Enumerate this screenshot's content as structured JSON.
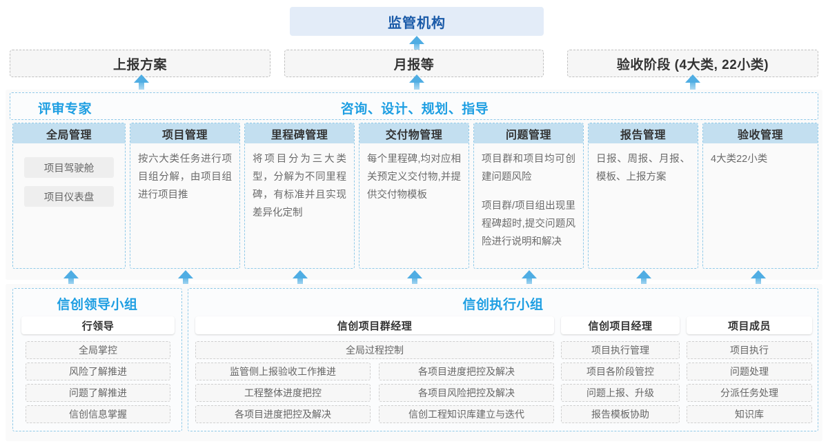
{
  "top": {
    "regulator": "监管机构",
    "report_boxes": [
      "上报方案",
      "月报等",
      "验收阶段 (4大类, 22小类)"
    ]
  },
  "advisor_band": {
    "left_label": "评审专家",
    "right_label": "咨询、设计、规划、指导"
  },
  "management_columns": [
    {
      "title": "全局管理",
      "paragraph": "",
      "chips": [
        "项目驾驶舱",
        "项目仪表盘"
      ]
    },
    {
      "title": "项目管理",
      "paragraph": "按六大类任务进行项目组分解，由项目组进行项目推",
      "chips": []
    },
    {
      "title": "里程碑管理",
      "paragraph": "将项目分为三大类型，分解为不同里程碑，有标准并且实现差异化定制",
      "chips": []
    },
    {
      "title": "交付物管理",
      "paragraph": "每个里程碑,均对应相关预定义交付物,并提供交付物模板",
      "chips": []
    },
    {
      "title": "问题管理",
      "paragraph": "项目群和项目均可创建问题风险",
      "paragraph2": "项目群/项目组出现里程碑超时,提交问题风险进行说明和解决",
      "chips": []
    },
    {
      "title": "报告管理",
      "paragraph": "日报、周报、月报、模板、上报方案",
      "chips": []
    },
    {
      "title": "验收管理",
      "paragraph": "4大类22小类",
      "chips": []
    }
  ],
  "bottom": {
    "leadership_group": {
      "title": "信创领导小组",
      "role": "行领导",
      "tasks": [
        "全局掌控",
        "风险了解推进",
        "问题了解推进",
        "信创信息掌握"
      ]
    },
    "execution_group": {
      "title": "信创执行小组",
      "program_manager": {
        "role": "信创项目群经理",
        "full_width_task": "全局过程控制",
        "left_tasks": [
          "监管侧上报验收工作推进",
          "工程整体进度把控",
          "各项目进度把控及解决"
        ],
        "right_tasks": [
          "各项目进度把控及解决",
          "各项目风险把控及解决",
          "信创工程知识库建立与迭代"
        ]
      },
      "project_manager": {
        "role": "信创项目经理",
        "tasks": [
          "项目执行管理",
          "项目各阶段管控",
          "问题上报、升级",
          "报告模板协助"
        ]
      },
      "project_member": {
        "role": "项目成员",
        "tasks": [
          "项目执行",
          "问题处理",
          "分派任务处理",
          "知识库"
        ]
      }
    }
  },
  "colors": {
    "accent_blue": "#1d9ee2",
    "header_blue": "#c3dff0",
    "regulator_bg": "#e3ecf8",
    "regulator_text": "#1a5aa8",
    "arrow_blue": "#4fade3"
  }
}
